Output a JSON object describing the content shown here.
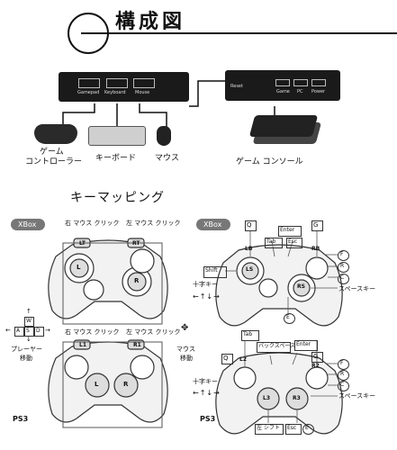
{
  "header": {
    "title": "構成図"
  },
  "adapter": {
    "ports": [
      "Gamepad",
      "Keyboard",
      "Mouse"
    ],
    "dev_labels": {
      "gamepad": [
        "ゲーム",
        "コントローラー"
      ],
      "keyboard": "キーボード",
      "mouse": "マウス"
    }
  },
  "console": {
    "ports_front": [
      "Reset",
      "Game",
      "PC",
      "Power"
    ],
    "label": "ゲーム コンソール"
  },
  "section": {
    "title": "キーマッピング"
  },
  "xbox_left": {
    "badge": "XBox",
    "top_left": "右 マウス クリック",
    "top_right": "左 マウス クリック",
    "lt": "LT",
    "rt": "RT",
    "l": "L",
    "r": "R"
  },
  "ps3_left": {
    "badge": "PS3",
    "top_left": "右 マウス クリック",
    "top_right": "左 マウス クリック",
    "l1": "L1",
    "r1": "R1",
    "l": "L",
    "r": "R"
  },
  "wasd": {
    "keys": [
      "W",
      "A",
      "S",
      "D"
    ],
    "label": [
      "プレーヤー",
      "移動"
    ]
  },
  "mouse_move": {
    "label": [
      "マウス",
      "移動"
    ]
  },
  "xbox_right": {
    "badge": "XBox",
    "keys": {
      "q": "Q",
      "tab": "Tab",
      "enter": "Enter",
      "esc": "Esc",
      "g": "G",
      "f": "F",
      "r": "R",
      "c": "C",
      "e": "E",
      "shift": "Shift",
      "space": "スペースキー",
      "cross": "十字キー"
    },
    "btn": {
      "lb": "LB",
      "rb": "RB",
      "ls": "LS",
      "rs": "RS"
    }
  },
  "ps3_right": {
    "badge": "PS3",
    "keys": {
      "q": "Q",
      "tab": "Tab",
      "backspace": "バックスペース",
      "enter": "Enter",
      "g": "G",
      "f": "F",
      "r": "R",
      "c": "C",
      "space": "スペースキー",
      "cross": "十字キー",
      "ctrl": "左 シフト",
      "esc": "Esc",
      "e": "E"
    },
    "btn": {
      "l2": "L2",
      "r2": "R2",
      "l3": "L3",
      "r3": "R3"
    }
  },
  "arrows": {
    "up": "↑",
    "down": "↓",
    "left": "←",
    "right": "→"
  }
}
